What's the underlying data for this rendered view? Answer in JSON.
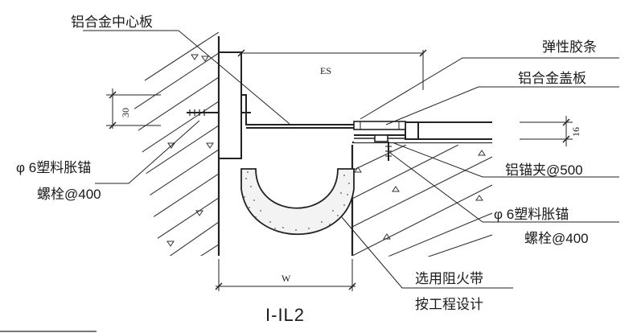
{
  "labels": {
    "center_plate": "铝合金中心板",
    "rubber_strip": "弹性胶条",
    "cover_plate": "铝合金盖板",
    "left_anchor_line1": "φ 6塑料胀锚",
    "left_anchor_line2": "螺栓@400",
    "clip": "铝锚夹@500",
    "right_anchor_line1": "φ 6塑料胀锚",
    "right_anchor_line2": "螺栓@400",
    "fire_belt_line1": "选用阻火带",
    "fire_belt_line2": "按工程设计"
  },
  "dimensions": {
    "es": "ES",
    "left_height": "30",
    "right_height": "16",
    "width": "W"
  },
  "drawing_code": "I-IL2"
}
